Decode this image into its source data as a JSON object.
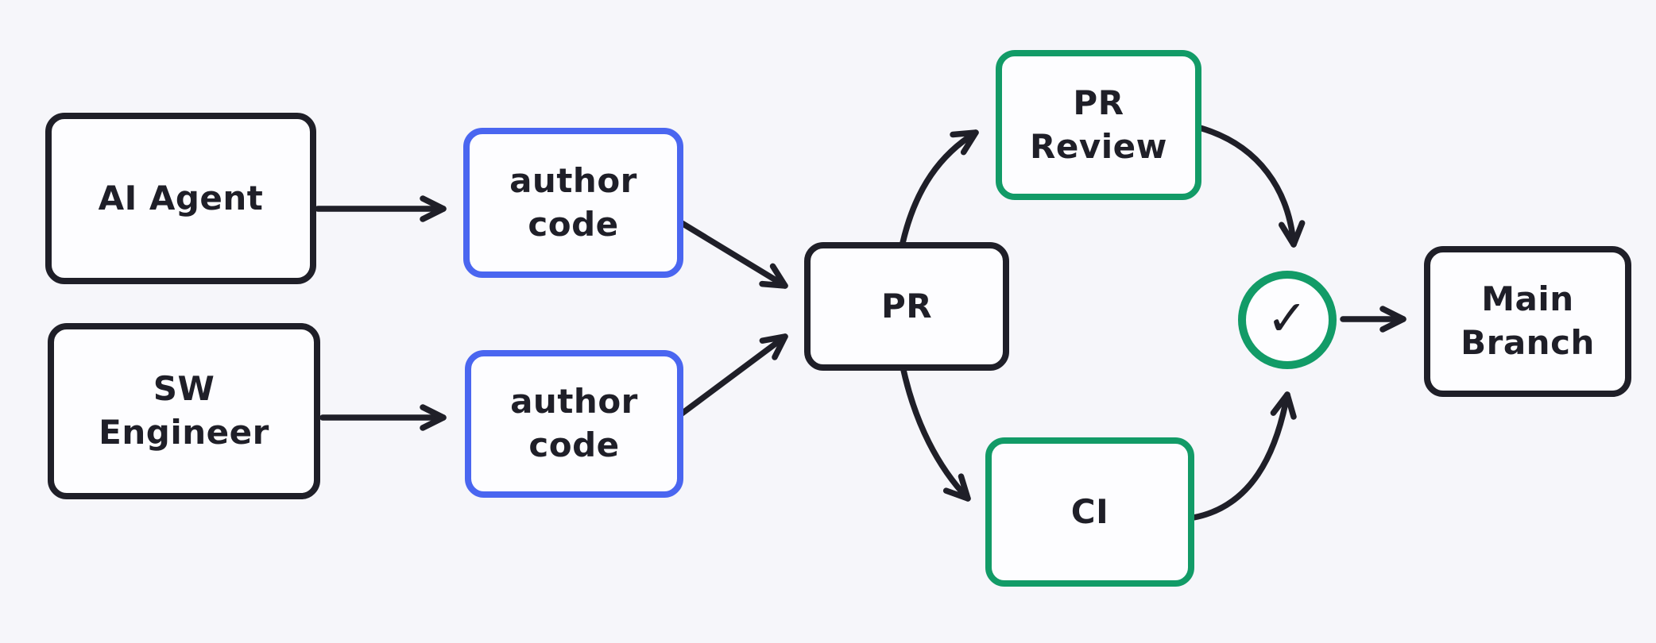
{
  "diagram": {
    "description": "CI/CD pull-request workflow diagram",
    "colors": {
      "background": "#f6f6fa",
      "stroke": "#1f1f28",
      "accent_blue": "#4a66f0",
      "accent_green": "#129b67",
      "node_fill": "#fdfdff"
    },
    "nodes": {
      "ai_agent": {
        "label": "AI Agent"
      },
      "sw_engineer": {
        "label": "SW\nEngineer"
      },
      "author_code_1": {
        "label": "author\ncode"
      },
      "author_code_2": {
        "label": "author\ncode"
      },
      "pr": {
        "label": "PR"
      },
      "pr_review": {
        "label": "PR\nReview"
      },
      "ci": {
        "label": "CI"
      },
      "approval": {
        "icon": "checkmark-icon",
        "glyph": "✓"
      },
      "main_branch": {
        "label": "Main\nBranch"
      }
    },
    "edges": [
      {
        "from": "ai_agent",
        "to": "author_code_1"
      },
      {
        "from": "sw_engineer",
        "to": "author_code_2"
      },
      {
        "from": "author_code_1",
        "to": "pr"
      },
      {
        "from": "author_code_2",
        "to": "pr"
      },
      {
        "from": "pr",
        "to": "pr_review"
      },
      {
        "from": "pr",
        "to": "ci"
      },
      {
        "from": "pr_review",
        "to": "approval"
      },
      {
        "from": "ci",
        "to": "approval"
      },
      {
        "from": "approval",
        "to": "main_branch"
      }
    ]
  }
}
